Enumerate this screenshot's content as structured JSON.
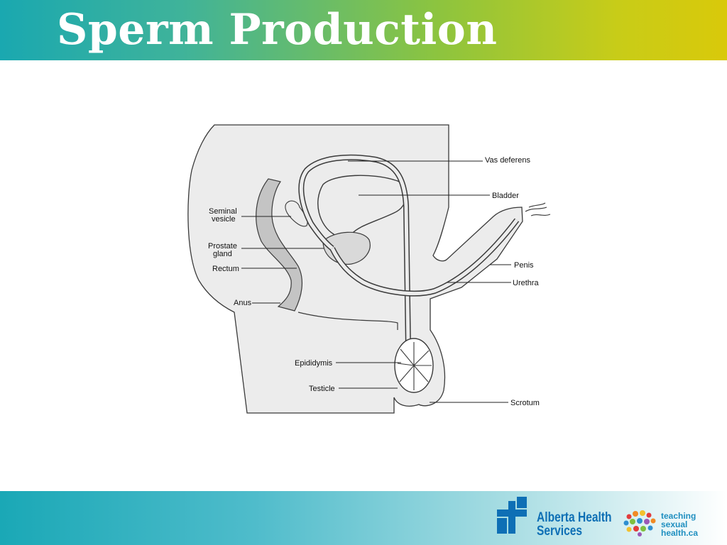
{
  "slide": {
    "title": "Sperm Production"
  },
  "diagram": {
    "labels": {
      "vas_deferens": "Vas deferens",
      "bladder": "Bladder",
      "seminal_line1": "Seminal",
      "seminal_line2": "vesicle",
      "prostate_line1": "Prostate",
      "prostate_line2": "gland",
      "rectum": "Rectum",
      "anus": "Anus",
      "penis": "Penis",
      "urethra": "Urethra",
      "epididymis": "Epididymis",
      "testicle": "Testicle",
      "scrotum": "Scrotum"
    }
  },
  "footer": {
    "ahs_line1": "Alberta Health",
    "ahs_line2": "Services",
    "tsh_line1": "teaching",
    "tsh_line2": "sexual",
    "tsh_line3": "health.ca"
  },
  "colors": {
    "ahs_blue": "#0e6fb5",
    "tsh_blue": "#1f8fc0"
  }
}
